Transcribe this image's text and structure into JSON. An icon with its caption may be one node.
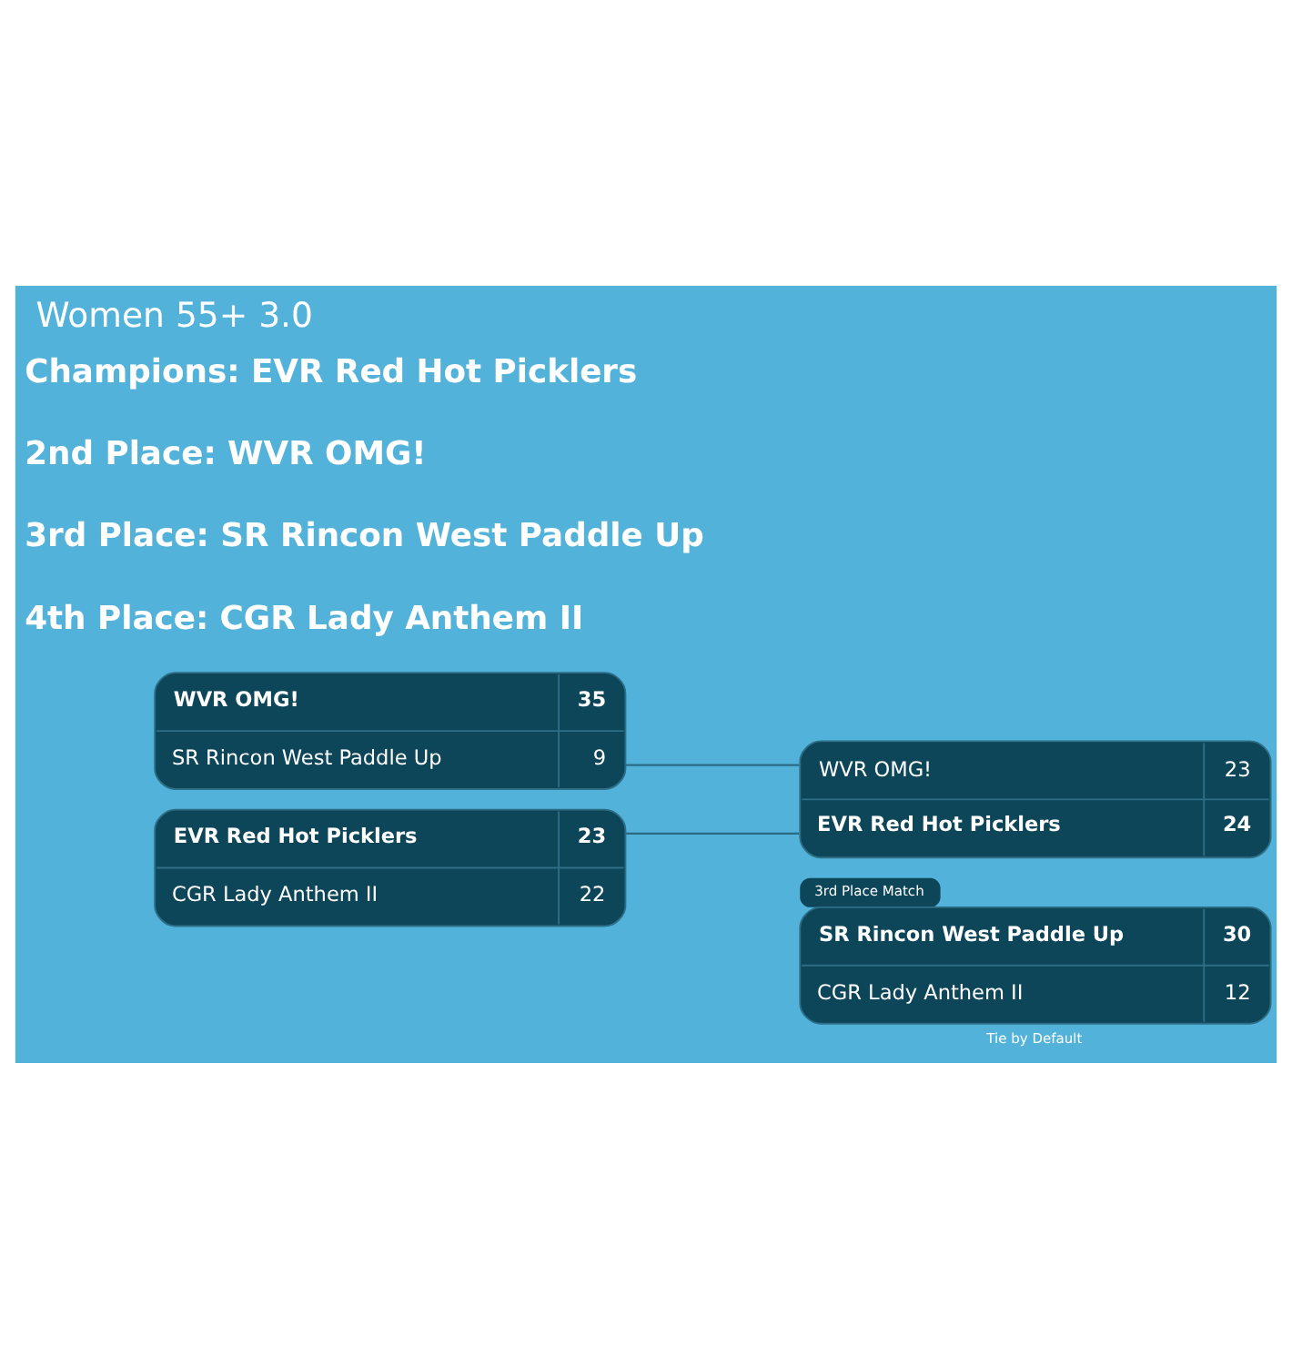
{
  "diagram": {
    "title": "Women 55+ 3.0",
    "nodes": [
      {
        "text": [
          "WVR OMG!",
          "35",
          "SR Rincon West Paddle Up",
          "9"
        ]
      },
      {
        "text": [
          "EVR Red Hot Picklers",
          "23",
          "CGR Lady Anthem II",
          "22"
        ]
      },
      {
        "text": [
          "WVR OMG!",
          "23",
          "EVR Red Hot Picklers",
          "24"
        ]
      },
      {
        "text": [
          "3rd Place Match",
          "SR Rincon West Paddle Up",
          "30",
          "CGR Lady Anthem II",
          "12"
        ],
        "beside": [
          "Tie by Default"
        ]
      }
    ],
    "edges": [
      {
        "from": 0,
        "to": 2,
        "arrow": "none"
      },
      {
        "from": 1,
        "to": 2,
        "arrow": "none"
      }
    ],
    "labels": [
      "Champions: EVR Red Hot Picklers",
      "2nd Place: WVR OMG!",
      "3rd Place: SR Rincon West Paddle Up",
      "4th Place: CGR Lady Anthem II"
    ]
  }
}
